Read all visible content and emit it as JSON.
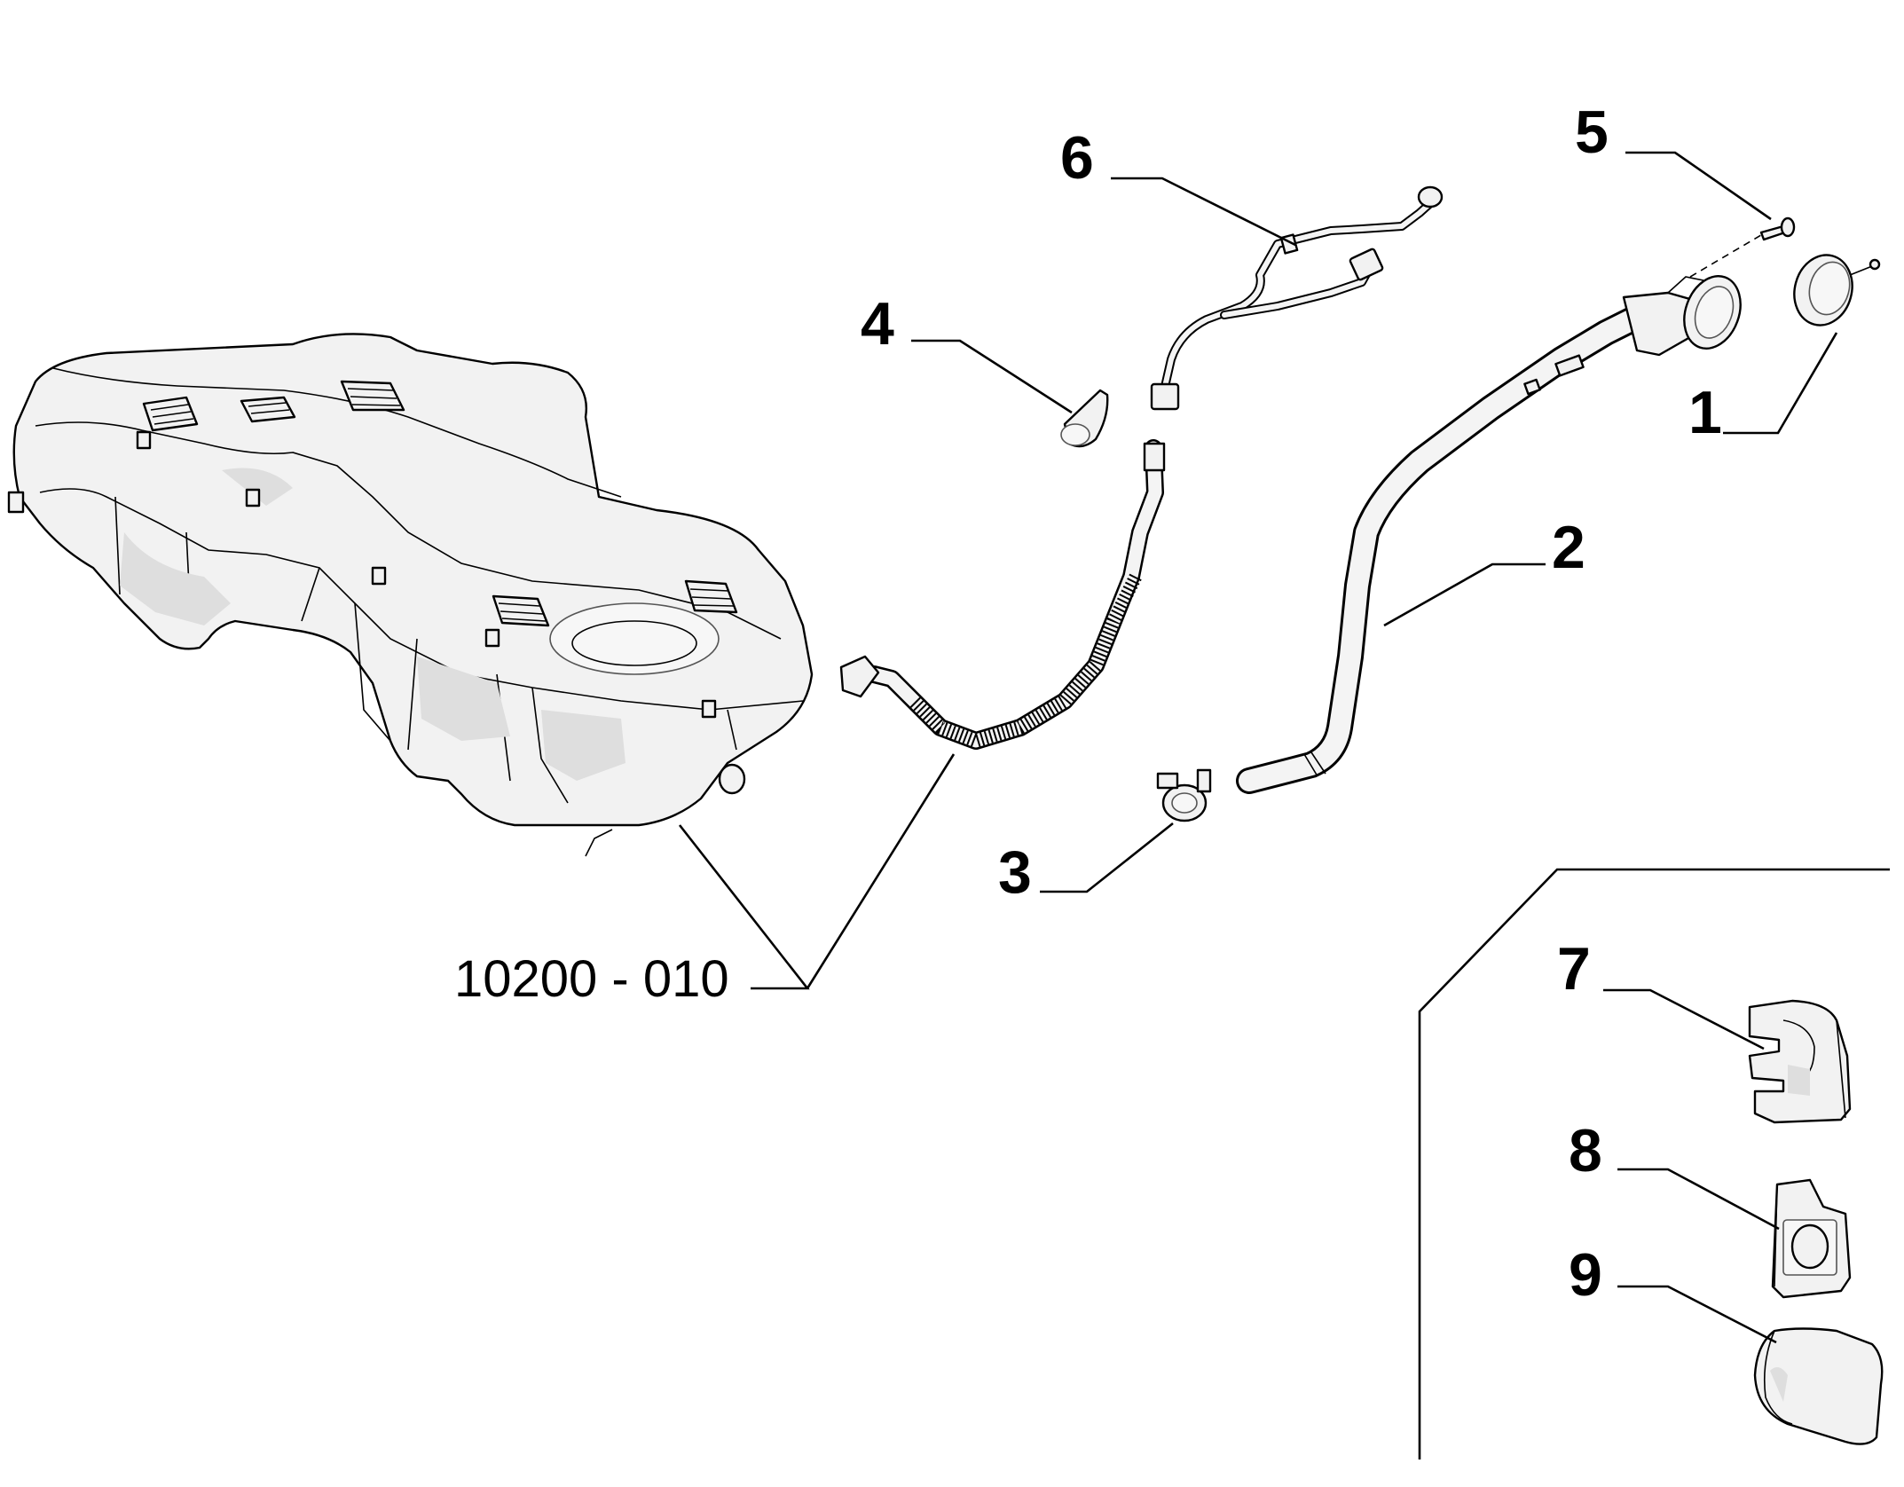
{
  "callouts": {
    "c1": "1",
    "c2": "2",
    "c3": "3",
    "c4": "4",
    "c5": "5",
    "c6": "6",
    "c7": "7",
    "c8": "8",
    "c9": "9"
  },
  "reference": "10200 - 010"
}
